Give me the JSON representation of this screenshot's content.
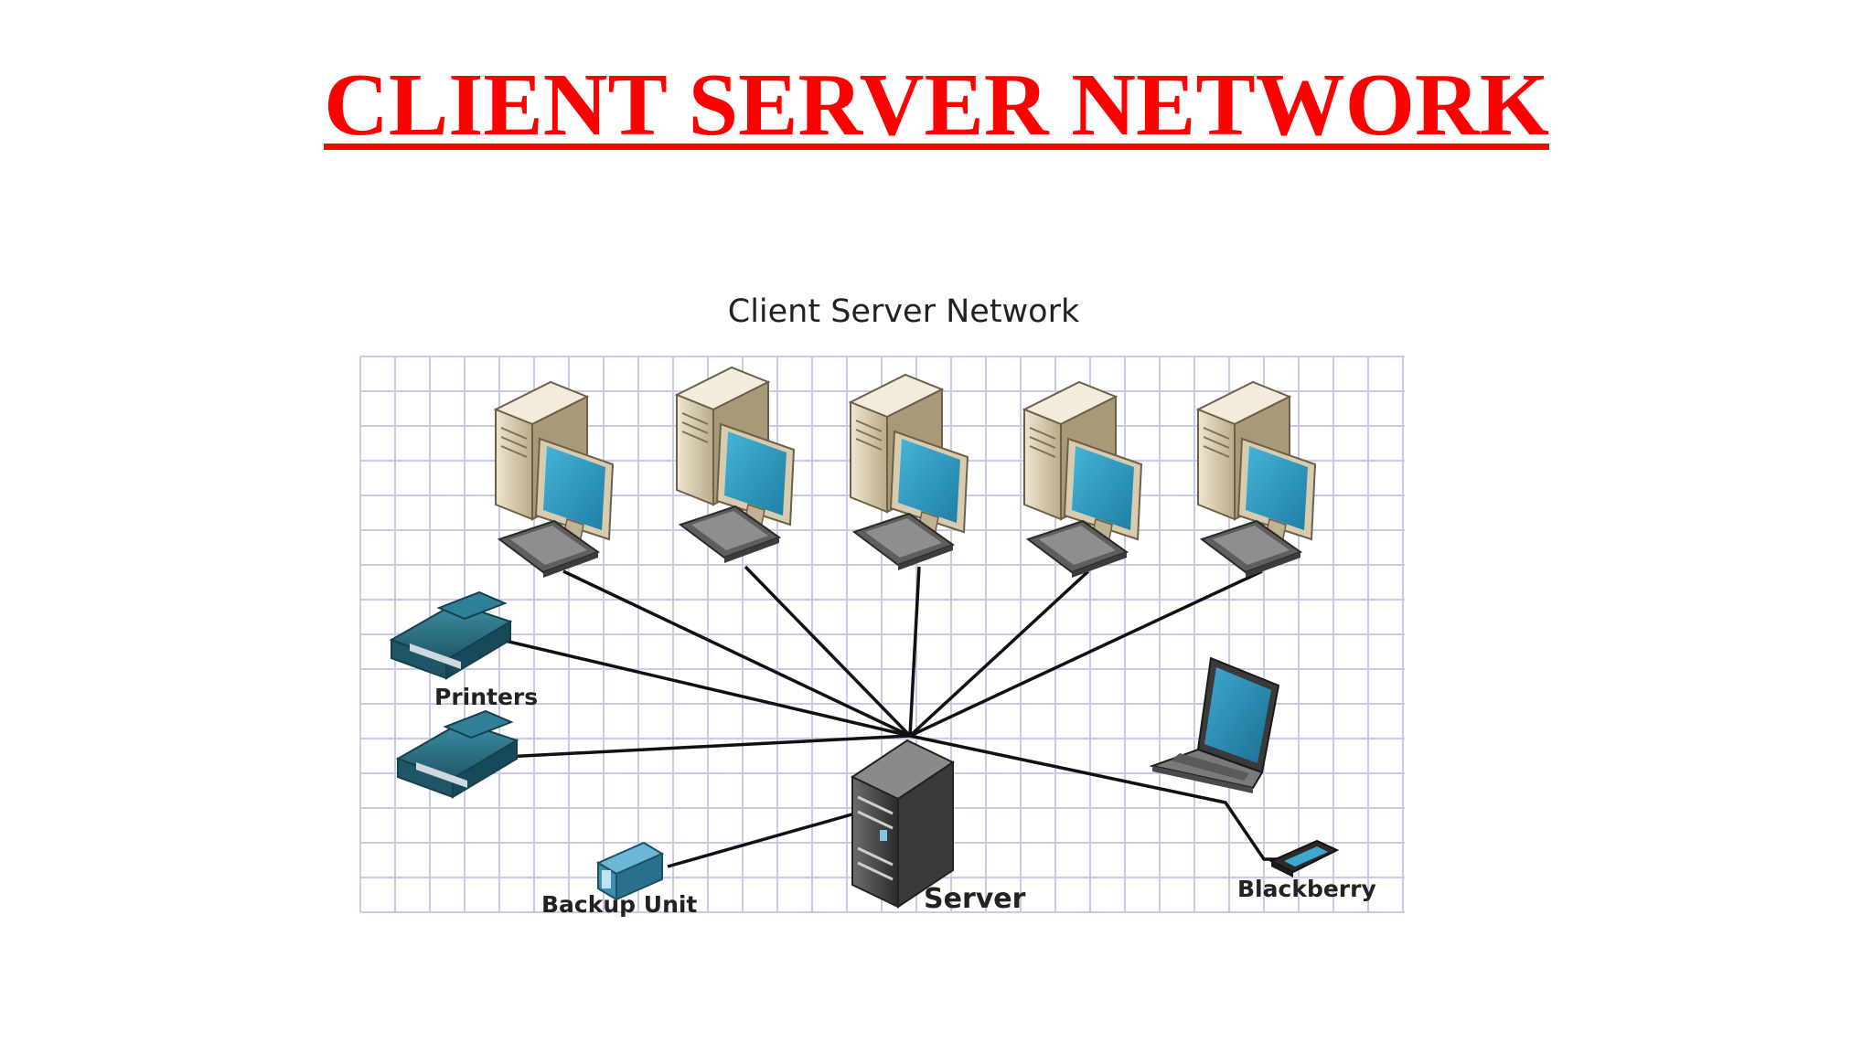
{
  "slide": {
    "title": "CLIENT SERVER NETWORK"
  },
  "diagram": {
    "title": "Client Server Network",
    "labels": {
      "printers": "Printers",
      "backup_unit": "Backup Unit",
      "server": "Server",
      "blackberry": "Blackberry"
    },
    "node_counts": {
      "client_computers": 5,
      "printers": 2
    },
    "colors": {
      "title": "#ff0000",
      "grid": "#c9cbe8",
      "screen": "#2a93b8",
      "tower": "#d9cdb3",
      "printer": "#2c7187",
      "server": "#4a4a4a",
      "cable": "#111111"
    }
  }
}
